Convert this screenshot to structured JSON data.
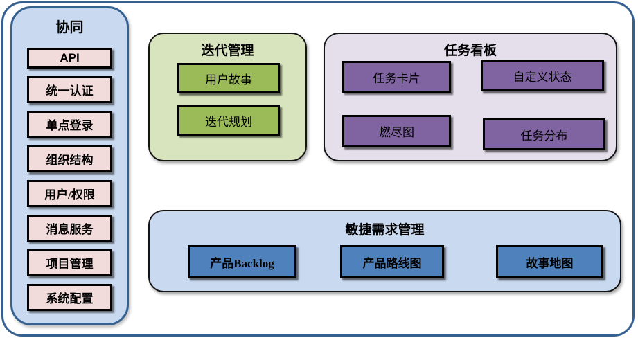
{
  "sidebar": {
    "title": "协同",
    "items": [
      "API",
      "统一认证",
      "单点登录",
      "组织结构",
      "用户/权限",
      "消息服务",
      "项目管理",
      "系统配置"
    ]
  },
  "groups": [
    {
      "id": "iteration-management",
      "title": "迭代管理",
      "items": [
        "用户故事",
        "迭代规划"
      ]
    },
    {
      "id": "task-board",
      "title": "任务看板",
      "items": [
        "任务卡片",
        "自定义状态",
        "燃尽图",
        "任务分布"
      ]
    },
    {
      "id": "agile-requirement-management",
      "title": "敏捷需求管理",
      "items": [
        "产品Backlog",
        "产品路线图",
        "故事地图"
      ]
    }
  ],
  "colors": {
    "frame_border": "#36608F",
    "sidebar_fill": "#C9DAF0",
    "sidebar_item_fill": "#F2DCDB",
    "iteration_fill": "#D7E4BD",
    "iteration_item_fill": "#9BBB59",
    "kanban_fill": "#E5DFEC",
    "kanban_item_fill": "#8064A2",
    "agile_fill": "#C9DAF0",
    "agile_item_fill": "#4F81BD",
    "text": "#000000"
  }
}
